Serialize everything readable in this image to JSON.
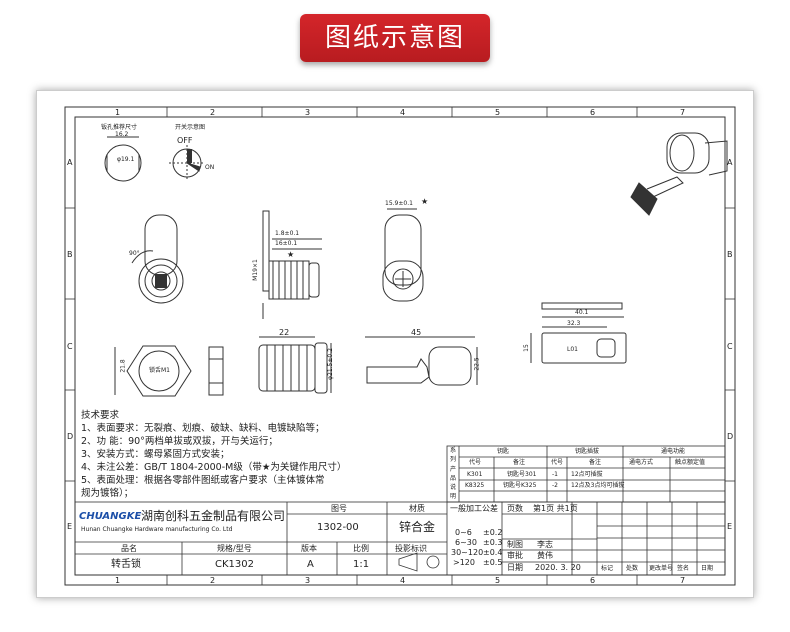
{
  "banner": {
    "title": "图纸示意图"
  },
  "grid": {
    "columns": [
      "1",
      "2",
      "3",
      "4",
      "5",
      "6",
      "7"
    ],
    "rows": [
      "A",
      "B",
      "C",
      "D",
      "E"
    ]
  },
  "views": {
    "hole_label": "钣孔推荐尺寸",
    "hole_width": "16.2",
    "hole_dia": "φ19.1",
    "switch_label": "开关示意图",
    "off": "OFF",
    "on": "ON",
    "angle": "90°",
    "thread": "M19×1",
    "dim_1_8": "1.8±0.1",
    "dim_16": "16±0.1",
    "dim_15_9": "15.9±0.1",
    "star": "★",
    "nut_size": "21.8",
    "nut_label": "锁舌M1",
    "dim_22": "22",
    "dim_dia": "φ21.5±0.2",
    "dim_45": "45",
    "dim_22_5": "22.5",
    "dim_40_1": "40.1",
    "dim_32_3": "32.3",
    "dim_15": "15",
    "tongue_code": "L01"
  },
  "tech": {
    "title": "技术要求",
    "lines": [
      "1、表面要求：无裂痕、划痕、破缺、缺料、电镀缺陷等；",
      "2、功    能：90°两档单拔或双拔，开与关运行；",
      "3、安装方式：螺母紧固方式安装；",
      "4、未注公差：GB/T 1804-2000-M级（带★为关键作用尺寸）",
      "5、表面处理：根据各零部件图纸或客户要求（主体镀体常",
      "规为镀铬）；"
    ]
  },
  "product_table": {
    "side": [
      "系",
      "列",
      "产",
      "品",
      "说",
      "明"
    ],
    "groups": [
      "钥匙",
      "钥匙插拔",
      "通电功能"
    ],
    "headers": [
      "代号",
      "备注",
      "代号",
      "备注",
      "通电方式",
      "触点额定值"
    ],
    "rows": [
      [
        "K301",
        "钥匙号301",
        "-1",
        "12点可插拔"
      ],
      [
        "K8325",
        "钥匙号K325",
        "-2",
        "12点及3点均可插拔"
      ]
    ]
  },
  "title_block": {
    "logo": "CHUANGKE",
    "company_cn": "湖南创科五金制品有限公司",
    "company_en": "Hunan Chuangke Hardware manufacturing Co. Ltd",
    "drawing_no_label": "图号",
    "drawing_no": "1302-00",
    "material_label": "材质",
    "material": "锌合金",
    "name_label": "品名",
    "spec_label": "规格/型号",
    "version_label": "版本",
    "scale_label": "比例",
    "projection_label": "投影标识",
    "name": "转舌锁",
    "spec": "CK1302",
    "version": "A",
    "scale": "1:1",
    "tol_label": "一般加工公差",
    "tolerances": [
      [
        "0~6",
        "±0.2"
      ],
      [
        "6~30",
        "±0.3"
      ],
      [
        "30~120",
        "±0.4"
      ],
      [
        ">120",
        "±0.5"
      ]
    ],
    "pages_label": "页数",
    "pages": "第1页  共1页",
    "made_label": "制图",
    "made": "李志",
    "review_label": "审批",
    "review": "黄伟",
    "date_label": "日期",
    "date": "2020. 3. 20",
    "rev_headers": [
      "标记",
      "处数",
      "更改单号",
      "签名",
      "日期"
    ]
  }
}
